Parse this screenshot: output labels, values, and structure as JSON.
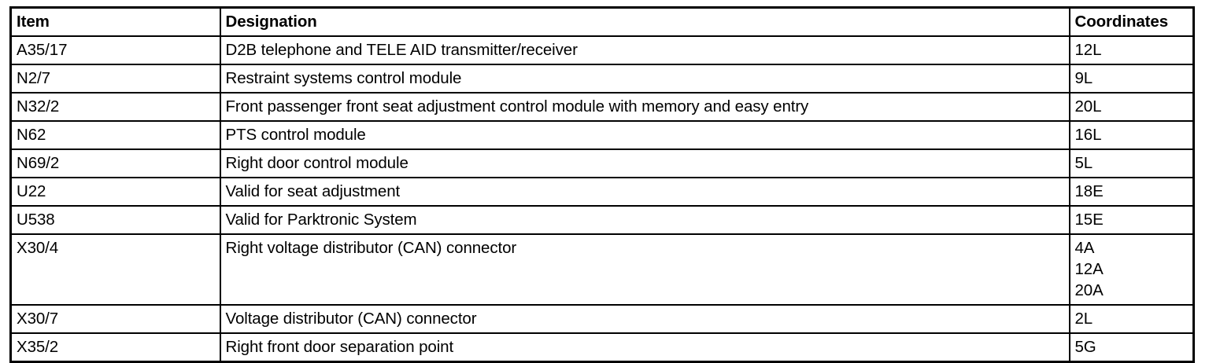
{
  "table": {
    "columns": [
      {
        "key": "item",
        "label": "Item"
      },
      {
        "key": "designation",
        "label": "Designation"
      },
      {
        "key": "coordinates",
        "label": "Coordinates"
      }
    ],
    "rows": [
      {
        "item": "A35/17",
        "designation": "D2B telephone and TELE AID transmitter/receiver",
        "coordinates": [
          "12L"
        ]
      },
      {
        "item": "N2/7",
        "designation": "Restraint systems control module",
        "coordinates": [
          "9L"
        ]
      },
      {
        "item": "N32/2",
        "designation": "Front passenger front seat adjustment control module with memory and easy entry",
        "coordinates": [
          "20L"
        ]
      },
      {
        "item": "N62",
        "designation": "PTS control module",
        "coordinates": [
          "16L"
        ]
      },
      {
        "item": "N69/2",
        "designation": "Right door control module",
        "coordinates": [
          "5L"
        ]
      },
      {
        "item": "U22",
        "designation": "Valid for seat adjustment",
        "coordinates": [
          "18E"
        ]
      },
      {
        "item": "U538",
        "designation": "Valid for Parktronic System",
        "coordinates": [
          "15E"
        ]
      },
      {
        "item": "X30/4",
        "designation": "Right voltage distributor (CAN) connector",
        "coordinates": [
          "4A",
          "12A",
          "20A"
        ]
      },
      {
        "item": "X30/7",
        "designation": "Voltage distributor (CAN) connector",
        "coordinates": [
          "2L"
        ]
      },
      {
        "item": "X35/2",
        "designation": "Right front door separation point",
        "coordinates": [
          "5G"
        ]
      }
    ]
  },
  "colors": {
    "background": "#ffffff",
    "text": "#000000",
    "border": "#000000"
  }
}
